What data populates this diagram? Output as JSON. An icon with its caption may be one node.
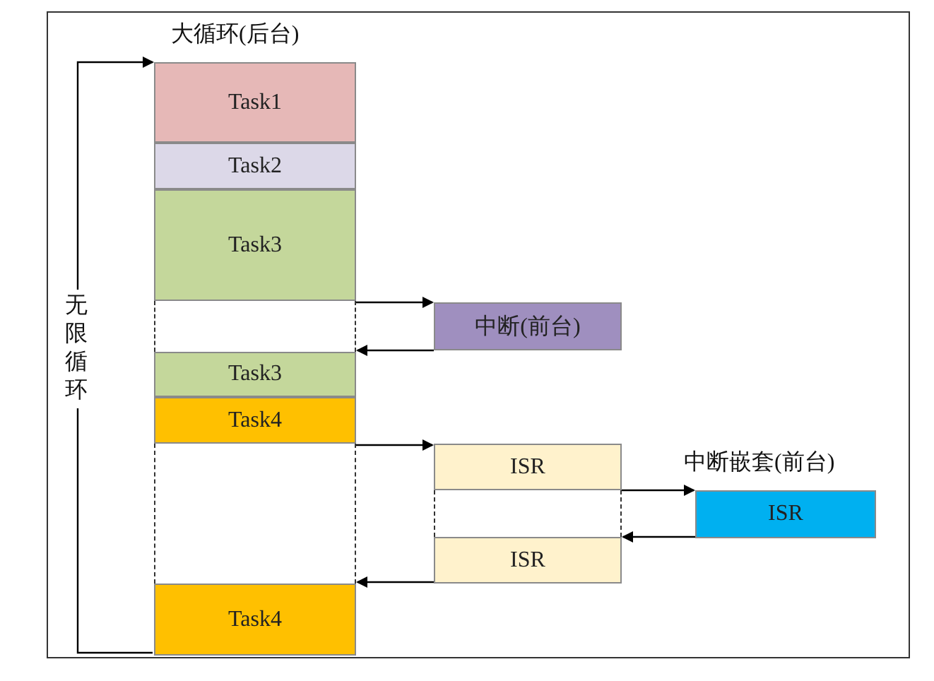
{
  "diagram": {
    "nodes": [
      {
        "text": [
          "Task1"
        ],
        "beside": [
          "大循环(后台)"
        ]
      },
      {
        "text": [
          "Task2"
        ]
      },
      {
        "text": [
          "Task3"
        ]
      },
      {
        "text": [],
        "shape": "box"
      },
      {
        "text": [
          "Task3"
        ]
      },
      {
        "text": [
          "Task4"
        ]
      },
      {
        "text": [],
        "shape": "box"
      },
      {
        "text": [
          "Task4"
        ]
      },
      {
        "text": [
          "中断(前台)"
        ]
      },
      {
        "text": [
          "ISR"
        ]
      },
      {
        "text": [],
        "shape": "box"
      },
      {
        "text": [
          "ISR"
        ]
      },
      {
        "text": [
          "ISR"
        ],
        "beside": [
          "中断嵌套(前台)"
        ]
      }
    ],
    "edges": [
      {
        "from": 3,
        "to": 8,
        "arrow": "to"
      },
      {
        "from": 8,
        "to": 3,
        "arrow": "to"
      },
      {
        "from": 6,
        "to": 9,
        "arrow": "to"
      },
      {
        "from": 9,
        "to": 12,
        "arrow": "to"
      },
      {
        "from": 12,
        "to": 11,
        "arrow": "to"
      },
      {
        "from": 11,
        "to": 7,
        "arrow": "to"
      },
      {
        "from": 7,
        "to": 0,
        "arrow": "to",
        "label": "无限循环"
      }
    ]
  }
}
